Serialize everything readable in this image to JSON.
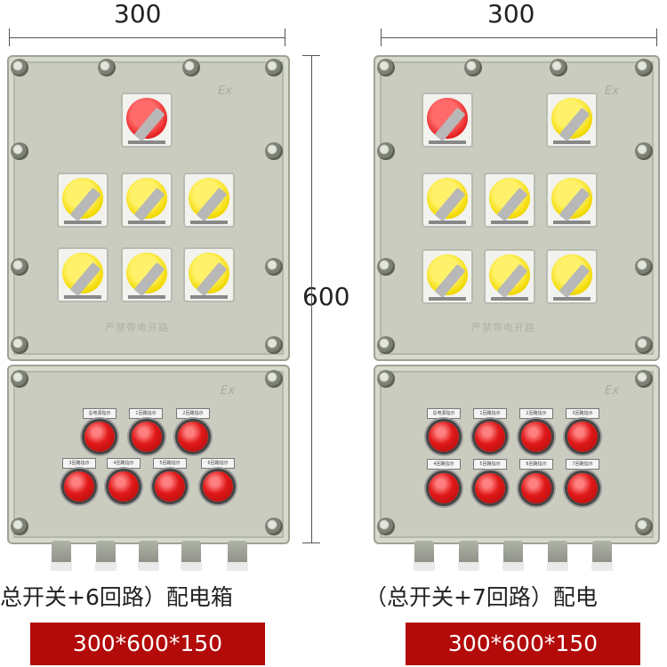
{
  "dimensions": {
    "left_width": "300",
    "right_width": "300",
    "height": "600"
  },
  "left_box": {
    "embossed_text": "严禁带电开路",
    "ex_mark": "Ex",
    "lamp_plates": [
      "总电源指示",
      "1回路指示",
      "2回路指示",
      "3回路指示",
      "4回路指示",
      "5回路指示",
      "6回路指示"
    ]
  },
  "right_box": {
    "embossed_text": "严禁带电开路",
    "ex_mark": "Ex",
    "lamp_plates": [
      "总电源指示",
      "1回路指示",
      "2回路指示",
      "3回路指示",
      "4回路指示",
      "5回路指示",
      "6回路指示",
      "7回路指示"
    ]
  },
  "captions": {
    "left": "总开关+6回路）配电箱",
    "right": "（总开关+7回路）配电"
  },
  "tags": {
    "left": "300*600*150",
    "right": "300*600*150"
  },
  "colors": {
    "enclosure": "#c9ccbf",
    "tag_red": "#b30a0a",
    "lamp_red": "#e01818",
    "switch_yellow": "#f2d900"
  }
}
